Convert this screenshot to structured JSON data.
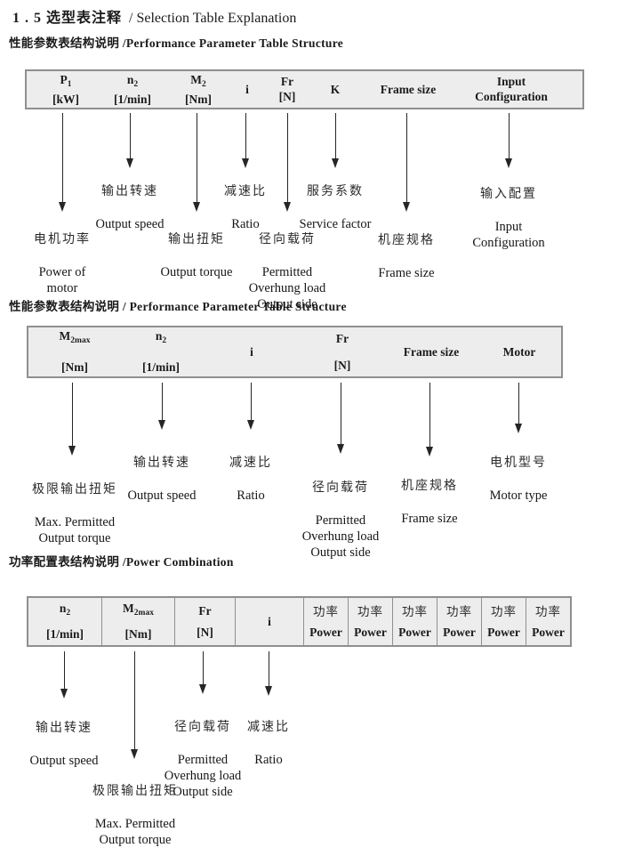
{
  "page": {
    "title_cn": "1 . 5 选型表注释",
    "title_en": "/  Selection Table Explanation"
  },
  "colors": {
    "table_fill": "#ededed",
    "table_border": "#8f8f8f",
    "ink": "#1b1b1b"
  },
  "section1": {
    "heading": "性能参数表结构说明 /Performance Parameter Table Structure",
    "table": {
      "columns": [
        {
          "base": "P",
          "sub": "1",
          "unit": "[kW]"
        },
        {
          "base": "n",
          "sub": "2",
          "unit": "[1/min]"
        },
        {
          "base": "M",
          "sub": "2",
          "unit": "[Nm]"
        },
        {
          "base": "i"
        },
        {
          "base": "Fr",
          "unit": "[N]"
        },
        {
          "base": "K"
        },
        {
          "base": "Frame size"
        },
        {
          "base": "Input",
          "unit": "Configuration"
        }
      ]
    },
    "labels": [
      {
        "cn": "电机功率",
        "en": [
          "Power of",
          "motor"
        ]
      },
      {
        "cn": "输出转速",
        "en": [
          "Output speed"
        ]
      },
      {
        "cn": "输出扭矩",
        "en": [
          "Output torque"
        ]
      },
      {
        "cn": "减速比",
        "en": [
          "Ratio"
        ]
      },
      {
        "cn": "径向载荷",
        "en": [
          "Permitted",
          "Overhung load",
          "Output side"
        ]
      },
      {
        "cn": "服务系数",
        "en": [
          "Service factor"
        ]
      },
      {
        "cn": "机座规格",
        "en": [
          "Frame size"
        ]
      },
      {
        "cn": "输入配置",
        "en": [
          "Input",
          "Configuration"
        ]
      }
    ]
  },
  "section2": {
    "heading": "性能参数表结构说明 / Performance Parameter Table Structure",
    "table": {
      "columns": [
        {
          "base": "M",
          "sub": "2max",
          "unit": "[Nm]"
        },
        {
          "base": "n",
          "sub": "2",
          "unit": "[1/min]"
        },
        {
          "base": "i"
        },
        {
          "base": "Fr",
          "unit": "[N]"
        },
        {
          "base": "Frame size"
        },
        {
          "base": "Motor"
        }
      ]
    },
    "labels": [
      {
        "cn": "极限输出扭矩",
        "en": [
          "Max. Permitted",
          "Output   torque"
        ]
      },
      {
        "cn": "输出转速",
        "en": [
          "Output speed"
        ]
      },
      {
        "cn": "减速比",
        "en": [
          "Ratio"
        ]
      },
      {
        "cn": "径向载荷",
        "en": [
          "Permitted",
          "Overhung load",
          "Output side"
        ]
      },
      {
        "cn": "机座规格",
        "en": [
          "Frame size"
        ]
      },
      {
        "cn": "电机型号",
        "en": [
          "Motor type"
        ]
      }
    ]
  },
  "section3": {
    "heading": "功率配置表结构说明 /Power Combination",
    "table": {
      "columns": [
        {
          "base": "n",
          "sub": "2",
          "unit": "[1/min]"
        },
        {
          "base": "M",
          "sub": "2max",
          "unit": "[Nm]"
        },
        {
          "base": "Fr",
          "unit": "[N]"
        },
        {
          "base": "i"
        }
      ],
      "power_columns": [
        {
          "cn": "功率",
          "en": "Power"
        },
        {
          "cn": "功率",
          "en": "Power"
        },
        {
          "cn": "功率",
          "en": "Power"
        },
        {
          "cn": "功率",
          "en": "Power"
        },
        {
          "cn": "功率",
          "en": "Power"
        },
        {
          "cn": "功率",
          "en": "Power"
        }
      ]
    },
    "labels": [
      {
        "cn": "输出转速",
        "en": [
          "Output speed"
        ]
      },
      {
        "cn": "极限输出扭矩",
        "en": [
          "Max. Permitted",
          "Output   torque"
        ]
      },
      {
        "cn": "径向载荷",
        "en": [
          "Permitted",
          "Overhung load",
          "Output side"
        ]
      },
      {
        "cn": "减速比",
        "en": [
          "Ratio"
        ]
      }
    ]
  }
}
